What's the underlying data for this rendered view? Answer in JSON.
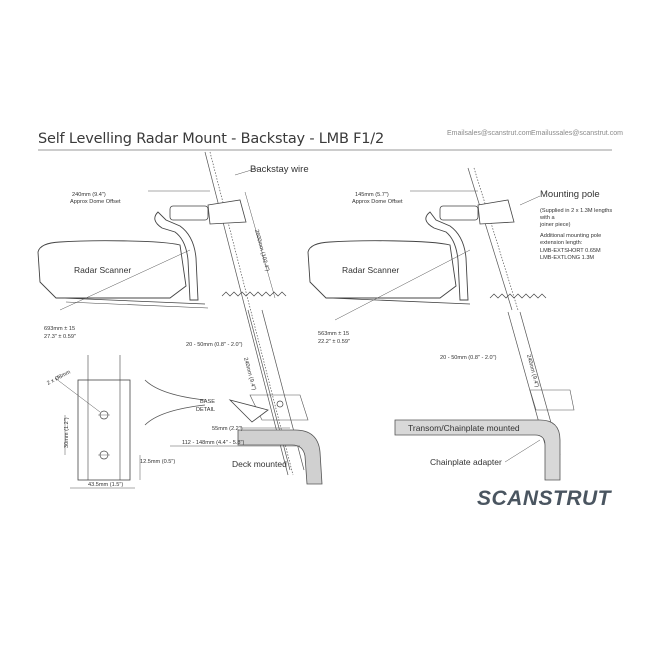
{
  "header": {
    "title": "Self Levelling Radar Mount - Backstay - LMB F1/2",
    "email_sales": "Emailsales@scanstrut.com",
    "email_us_sales": "Emailussales@scanstrut.com"
  },
  "left_mount": {
    "dome_offset_value": "240mm (9.4\")",
    "dome_offset_caption": "Approx Dome Offset",
    "backstay_label": "Backstay wire",
    "wire_length": "2600mm (102.4\")",
    "radar_label": "Radar Scanner",
    "base_width": "693mm ± 15",
    "base_width_in": "27.3\" ± 0.59\"",
    "wire_diameter": "20 - 50mm (0.8\" - 2.0\")",
    "bracket_length": "240mm (9.4\")"
  },
  "right_mount": {
    "dome_offset_value": "145mm (5.7\")",
    "dome_offset_caption": "Approx Dome Offset",
    "mounting_pole_label": "Mounting pole",
    "pole_note_1": "(Supplied in 2 x 1.3M lengths",
    "pole_note_2": "with a",
    "pole_note_3": "joiner piece)",
    "pole_note_4": "Additional mounting pole",
    "pole_note_5": "extension length:",
    "pole_note_6": "LMB-EXTSHORT 0.65M",
    "pole_note_7": "LMB-EXTLONG 1.3M",
    "radar_label": "Radar Scanner",
    "base_width": "563mm ± 15",
    "base_width_in": "22.2\" ± 0.59\"",
    "wire_diameter": "20 - 50mm (0.8\" - 2.0\")",
    "bracket_length": "240mm (9.4\")"
  },
  "base_detail": {
    "hole_label": "2 x Ø8mm",
    "hole_spacing": "30mm (1.2\")",
    "edge_offset": "12.5mm (0.5\")",
    "plate_width": "43.5mm (1.5\")",
    "callout": [
      "BASE",
      "DETAIL"
    ]
  },
  "deck_mount": {
    "offset": "55mm (2.2\")",
    "range": "112 - 148mm (4.4\" - 5.8\")",
    "label": "Deck mounted"
  },
  "transom_mount": {
    "label": "Transom/Chainplate mounted",
    "adapter_label": "Chainplate adapter"
  },
  "brand": {
    "logo_text": "SCANSTRUT"
  }
}
